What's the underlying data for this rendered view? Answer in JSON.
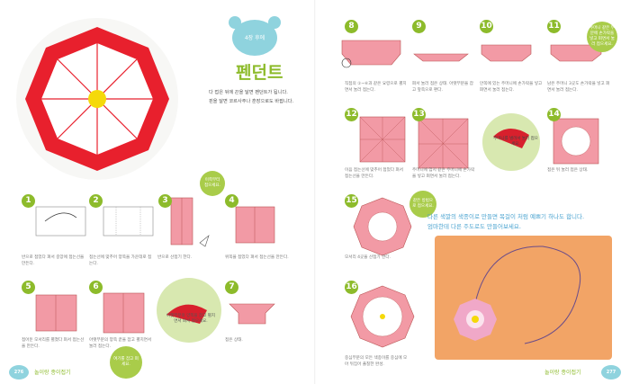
{
  "chapter_badge": "4장 후에",
  "title": "펜던트",
  "description": [
    "다 접은 뒤에 끈을 달면 펜던트가 됩니다.",
    "핀을 달면 코르사주나 훈장으로도 바뀝니다."
  ],
  "steps": [
    {
      "n": "1",
      "caption": "반으로 접었다 펴서 중앙에 접는선을 만든다."
    },
    {
      "n": "2",
      "caption": "접는선에 맞추어 양쪽을 가운데로 접는다."
    },
    {
      "n": "3",
      "caption": "반으로 산접기 한다."
    },
    {
      "n": "4",
      "caption": "위쪽을 접었다 펴서 접는선을 만든다."
    },
    {
      "n": "5",
      "caption": "접어둔 모서리를 펼쳤다 펴서 접는선을 만든다."
    },
    {
      "n": "6",
      "caption": "아랫부분의 양쪽 끝을 잡고 펼치면서 눌러 접는다."
    },
    {
      "n": "7",
      "caption": "접은 상태."
    },
    {
      "n": "8",
      "caption": "직접의 ①~⑥과 같은 요령으로 펼치면서 눌러 접는다."
    },
    {
      "n": "9",
      "caption": "펴서 눌러 접은 상태. 아랫부분을 잡고 앞쪽으로 편다."
    },
    {
      "n": "10",
      "caption": "안쪽에 있는 주머니에 손가락을 넣고 펴면서 눌러 접는다."
    },
    {
      "n": "11",
      "caption": "남은 주머니 3곳도 손가락을 넣고 펴면서 눌러 접는다."
    },
    {
      "n": "12",
      "caption": "이음 접는선에 맞추어 접었다 펴서 접는선을 만든다."
    },
    {
      "n": "13",
      "caption": "주머니에 엄지 같은 주머니에 손가락을 넣고 펴면서 눌러 접는다."
    },
    {
      "n": "14",
      "caption": "접은 뒤 눌러 접은 상태."
    },
    {
      "n": "15",
      "caption": "모서리 4곳을 산접기 한다."
    },
    {
      "n": "16",
      "caption": "중심부분의 모든 색종이를 중심에 모아 뒤집어 풀칠한 완성."
    }
  ],
  "bubbles": [
    "이쪽부터 접으세요.",
    "주머니 같은 부분에 손가락을 넣고 펴면서 눌러 접으세요.",
    "아랫부분의 양쪽을 잡고 펼치면서 펴서 접으세요.",
    "여기를 잡고 펴세요.",
    "주머니를 벌려서 눌러 접으세요.",
    "같은 방법으로 접으세요."
  ],
  "handwritten": [
    "다른 색깔의 색종이로 만들면 목걸이 처럼 예쁘기 하나도 합니다.",
    "엄마한테 다른 주도로도 만들어보세요."
  ],
  "footer_left": {
    "page": "276",
    "label": "놀이랑 종이접기"
  },
  "footer_right": {
    "page": "277",
    "label": "놀이랑 종이접기"
  }
}
